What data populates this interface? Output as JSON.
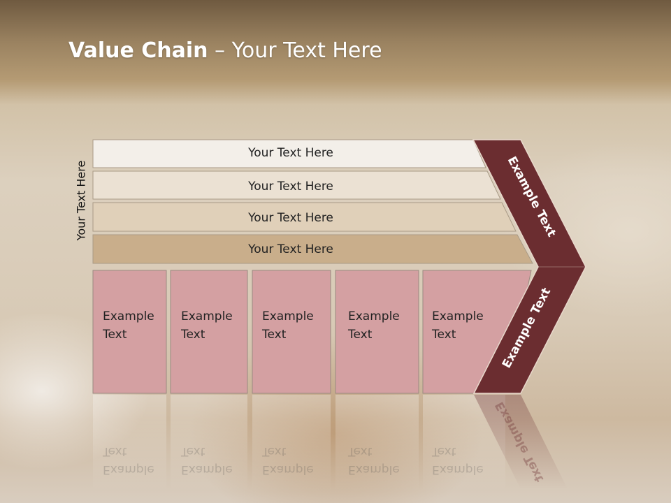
{
  "title": {
    "bold": "Value Chain",
    "rest": " – Your Text Here"
  },
  "vertical_label": "Your Text Here",
  "rows": [
    {
      "label": "Your Text Here",
      "color": "#f3efe9"
    },
    {
      "label": "Your Text Here",
      "color": "#ebe1d3"
    },
    {
      "label": "Your Text Here",
      "color": "#e0d0b9"
    },
    {
      "label": "Your Text Here",
      "color": "#c9ae8b"
    }
  ],
  "cells": [
    {
      "line1": "Example",
      "line2": "Text"
    },
    {
      "line1": "Example",
      "line2": "Text"
    },
    {
      "line1": "Example",
      "line2": "Text"
    },
    {
      "line1": "Example",
      "line2": "Text"
    },
    {
      "line1": "Example",
      "line2": "Text"
    }
  ],
  "chevron": {
    "upper_label": "Example Text",
    "lower_label": "Example Text",
    "color": "#6b2d30"
  },
  "cell_color": "#d4a0a2"
}
